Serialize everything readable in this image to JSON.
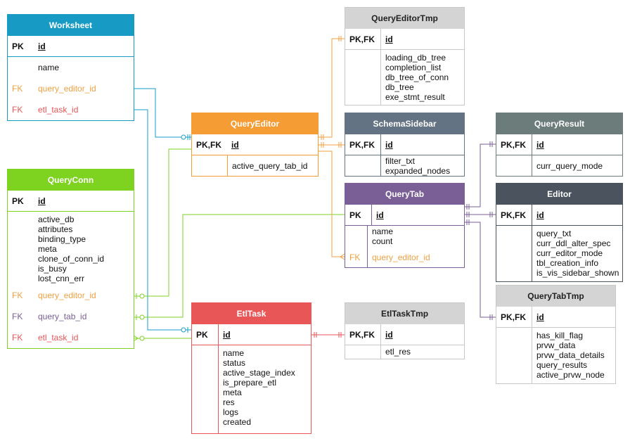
{
  "colors": {
    "worksheet": "#179bc4",
    "queryEditor": "#f59c34",
    "queryConn": "#7ed321",
    "etlTask": "#e85658",
    "queryTab": "#7a5f96",
    "schemaSidebar": "#637384",
    "queryResult": "#6b7c7a",
    "editor": "#4a535e",
    "grey": "#d4d4d4",
    "fkOrange": "#f0a040",
    "fkPurple": "#7a5f96",
    "fkRed": "#e85658",
    "line": "#aaaaaa"
  },
  "entities": {
    "worksheet": {
      "title": "Worksheet",
      "pk_label": "PK",
      "pk_name": "id",
      "fields": [
        "name"
      ],
      "fks": [
        {
          "key": "FK",
          "name": "query_editor_id"
        },
        {
          "key": "FK",
          "name": "etl_task_id"
        }
      ]
    },
    "queryConn": {
      "title": "QueryConn",
      "pk_label": "PK",
      "pk_name": "id",
      "fields": [
        "active_db",
        "attributes",
        "binding_type",
        "meta",
        "clone_of_conn_id",
        "is_busy",
        "lost_cnn_err"
      ],
      "fks": [
        {
          "key": "FK",
          "name": "query_editor_id"
        },
        {
          "key": "FK",
          "name": "query_tab_id"
        },
        {
          "key": "FK",
          "name": "etl_task_id"
        }
      ]
    },
    "queryEditor": {
      "title": "QueryEditor",
      "pk_label": "PK,FK",
      "pk_name": "id",
      "fields": [
        "active_query_tab_id"
      ]
    },
    "etlTask": {
      "title": "EtlTask",
      "pk_label": "PK",
      "pk_name": "id",
      "fields": [
        "name",
        "status",
        "active_stage_index",
        "is_prepare_etl",
        "meta",
        "res",
        "logs",
        "created"
      ]
    },
    "queryEditorTmp": {
      "title": "QueryEditorTmp",
      "pk_label": "PK,FK",
      "pk_name": "id",
      "fields": [
        "loading_db_tree",
        "completion_list",
        "db_tree_of_conn",
        "db_tree",
        "exe_stmt_result"
      ]
    },
    "schemaSidebar": {
      "title": "SchemaSidebar",
      "pk_label": "PK,FK",
      "pk_name": "id",
      "fields": [
        "filter_txt",
        "expanded_nodes"
      ]
    },
    "queryTab": {
      "title": "QueryTab",
      "pk_label": "PK",
      "pk_name": "id",
      "fields": [
        "name",
        "count"
      ],
      "fks": [
        {
          "key": "FK",
          "name": "query_editor_id"
        }
      ]
    },
    "etlTaskTmp": {
      "title": "EtlTaskTmp",
      "pk_label": "PK,FK",
      "pk_name": "id",
      "fields": [
        "etl_res"
      ]
    },
    "queryResult": {
      "title": "QueryResult",
      "pk_label": "PK,FK",
      "pk_name": "id",
      "fields": [
        "curr_query_mode"
      ]
    },
    "editor": {
      "title": "Editor",
      "pk_label": "PK,FK",
      "pk_name": "id",
      "fields": [
        "query_txt",
        "curr_ddl_alter_spec",
        "curr_editor_mode",
        "tbl_creation_info",
        "is_vis_sidebar_shown"
      ]
    },
    "queryTabTmp": {
      "title": "QueryTabTmp",
      "pk_label": "PK,FK",
      "pk_name": "id",
      "fields": [
        "has_kill_flag",
        "prvw_data",
        "prvw_data_details",
        "query_results",
        "active_prvw_node"
      ]
    }
  }
}
